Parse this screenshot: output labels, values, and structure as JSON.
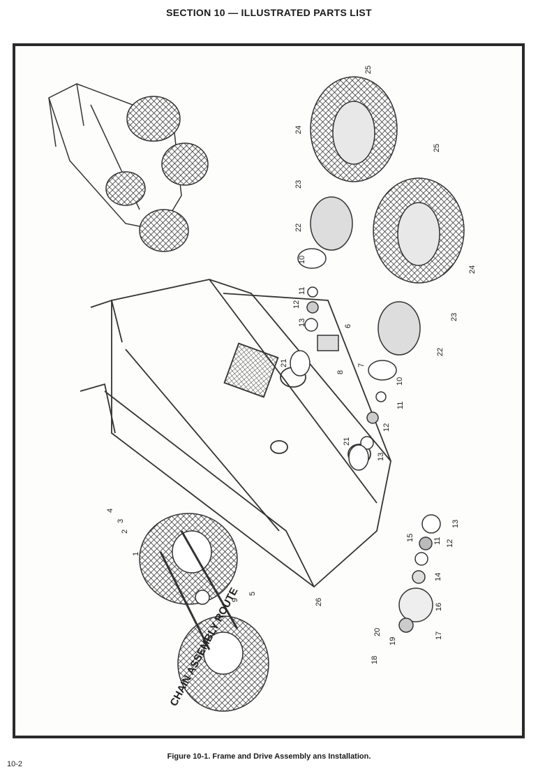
{
  "header": {
    "title": "SECTION 10 — ILLUSTRATED PARTS LIST"
  },
  "figure": {
    "route_label": "CHAIN ASSEMBLY ROUTE",
    "callouts": [
      "25",
      "24",
      "23",
      "22",
      "10",
      "11",
      "12",
      "13",
      "21",
      "6",
      "7",
      "8",
      "25",
      "24",
      "23",
      "22",
      "10",
      "11",
      "12",
      "13",
      "21",
      "4",
      "3",
      "2",
      "1",
      "9",
      "5",
      "26",
      "13",
      "12",
      "11",
      "15",
      "14",
      "16",
      "17",
      "20",
      "19",
      "18"
    ]
  },
  "caption": "Figure 10-1. Frame and Drive Assembly ans Installation.",
  "page_number": "10-2"
}
